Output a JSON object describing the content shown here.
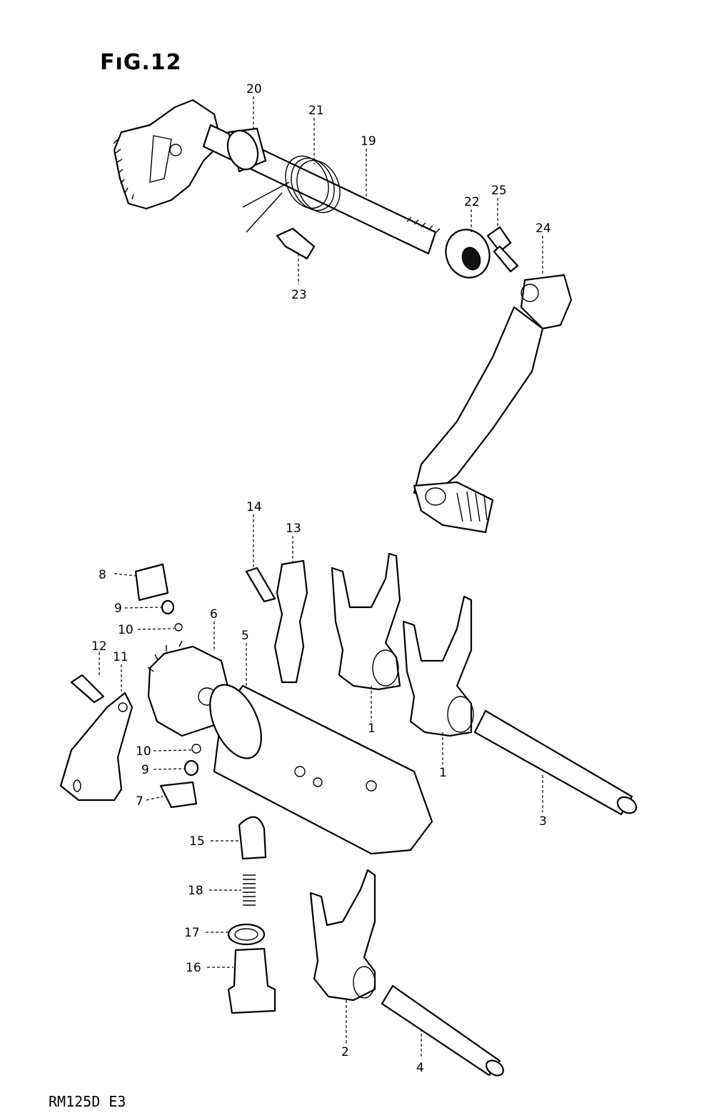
{
  "figure": {
    "title": "FıG.12",
    "model_code": "RM125D E3"
  },
  "callouts": [
    "20",
    "21",
    "19",
    "22",
    "25",
    "24",
    "23",
    "14",
    "13",
    "8",
    "9",
    "10",
    "6",
    "5",
    "12",
    "11",
    "1",
    "1",
    "10",
    "9",
    "7",
    "3",
    "15",
    "18",
    "17",
    "16",
    "2",
    "4"
  ]
}
